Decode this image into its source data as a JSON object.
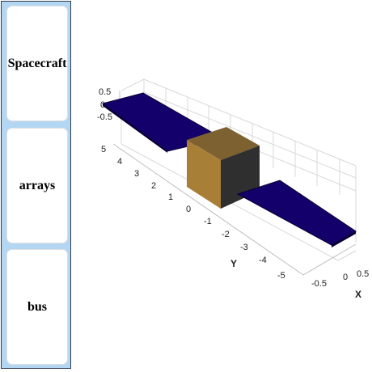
{
  "sidebar": {
    "buttons": [
      {
        "label": "Spacecraft"
      },
      {
        "label": "arrays"
      },
      {
        "label": "bus"
      }
    ]
  },
  "plot": {
    "z_ticks": [
      "0.5",
      "0",
      "-0.5"
    ],
    "y_ticks": [
      "5",
      "4",
      "3",
      "2",
      "1",
      "0",
      "-1",
      "-2",
      "-3",
      "-4",
      "-5"
    ],
    "x_ticks": [
      "0.5",
      "0",
      "-0.5"
    ],
    "y_label": "Y",
    "x_label": "X"
  },
  "colors": {
    "array_top": "#14006b",
    "array_edge": "#0a0033",
    "bus_front": "#a87f36",
    "bus_top": "#7d6130",
    "bus_side": "#2f2f2f",
    "grid": "#d9d9d9"
  }
}
